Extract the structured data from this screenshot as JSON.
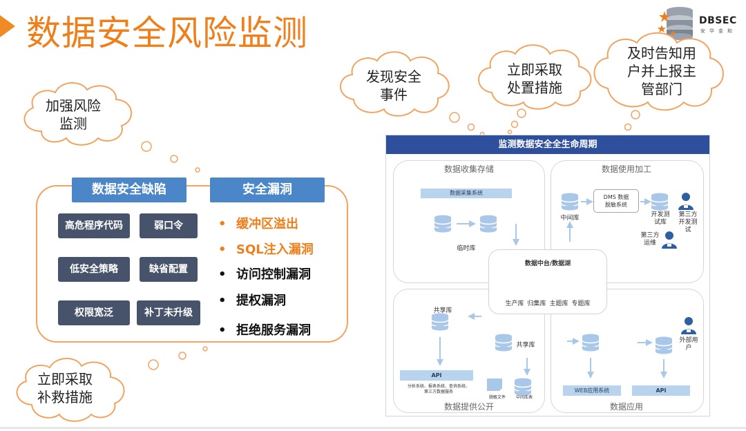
{
  "page": {
    "title": "数据安全风险监测",
    "logo": {
      "brand": "DBSEC",
      "sub": "安华金和"
    }
  },
  "clouds": {
    "strengthen": "加强风险\n监测",
    "remedy": "立即采取\n补救措施",
    "discover": "发现安全\n事件",
    "dispose": "立即采取\n处置措施",
    "notify": "及时告知用\n户并上报主\n管部门"
  },
  "defects": {
    "header": "数据安全缺陷",
    "items": [
      "高危程序代码",
      "弱口令",
      "低安全策略",
      "缺省配置",
      "权限宽泛",
      "补丁未升级"
    ]
  },
  "vulns": {
    "header": "安全漏洞",
    "items": [
      {
        "bullet": "•",
        "label": "缓冲区溢出",
        "highlight": true
      },
      {
        "bullet": "•",
        "label": "SQL注入漏洞",
        "highlight": true
      },
      {
        "bullet": "•",
        "label": "访问控制漏洞",
        "highlight": false
      },
      {
        "bullet": "•",
        "label": "提权漏洞",
        "highlight": false
      },
      {
        "bullet": "•",
        "label": "拒绝服务漏洞",
        "highlight": false
      }
    ]
  },
  "lifecycle": {
    "header": "监测数据安全全生命周期",
    "quadrants": {
      "collect": "数据收集存储",
      "use": "数据使用加工",
      "provide": "数据提供公开",
      "apply": "数据应用"
    },
    "collect": {
      "system": "数据采集系统",
      "temp_db": "临时库"
    },
    "use": {
      "mid_db": "中间库",
      "dms": "DMS 数据\n脱敏系统",
      "dev_db": "开发测\n试库",
      "third_dev": "第三方\n开发测\n试",
      "third_ops": "第三方\n运维"
    },
    "center": {
      "title": "数据中台/数据湖",
      "dbs": [
        "生产库",
        "归集库",
        "主题库",
        "专题库"
      ]
    },
    "provide": {
      "shared_db_1": "共享库",
      "shared_db_2": "共享库",
      "api": "API",
      "api_note": "分析系统、报表系统、查询系统、\n第三方数据服务",
      "desens_file": "脱敏文件",
      "mid_table": "中间库表"
    },
    "apply": {
      "web": "WEB应用系统",
      "api": "API",
      "ext_user": "外部用\n户"
    }
  },
  "colors": {
    "accent": "#ef7f1a",
    "header_blue": "#4a86c8",
    "tile": "#46536a",
    "diagram_header": "#2e4f9b",
    "db": "#a9c7e8"
  }
}
